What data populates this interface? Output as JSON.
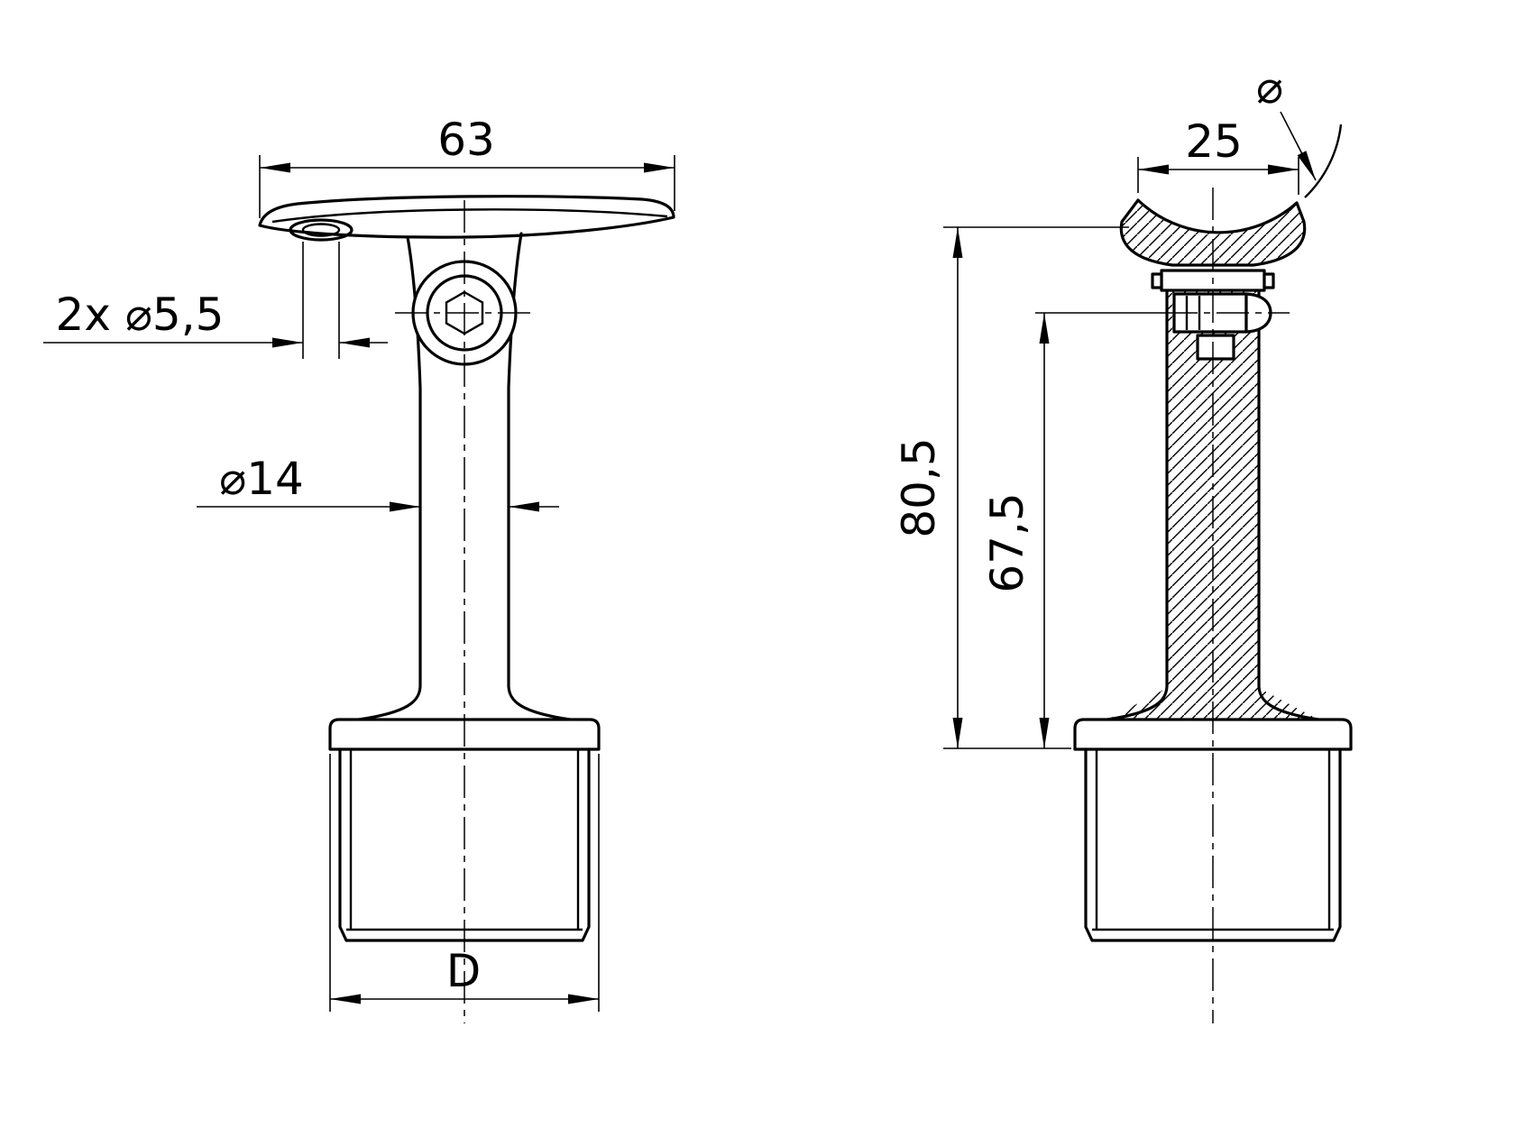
{
  "colors": {
    "line": "#000000",
    "background": "#ffffff"
  },
  "views": {
    "front": {
      "dims": {
        "plate_width": "63",
        "holes": "2x ⌀5,5",
        "stem_diameter": "⌀14",
        "tube_diameter": "D"
      }
    },
    "side": {
      "dims": {
        "saddle_width": "25",
        "rail_diameter": "⌀",
        "overall_height": "80,5",
        "screw_center_height": "67,5"
      }
    }
  }
}
